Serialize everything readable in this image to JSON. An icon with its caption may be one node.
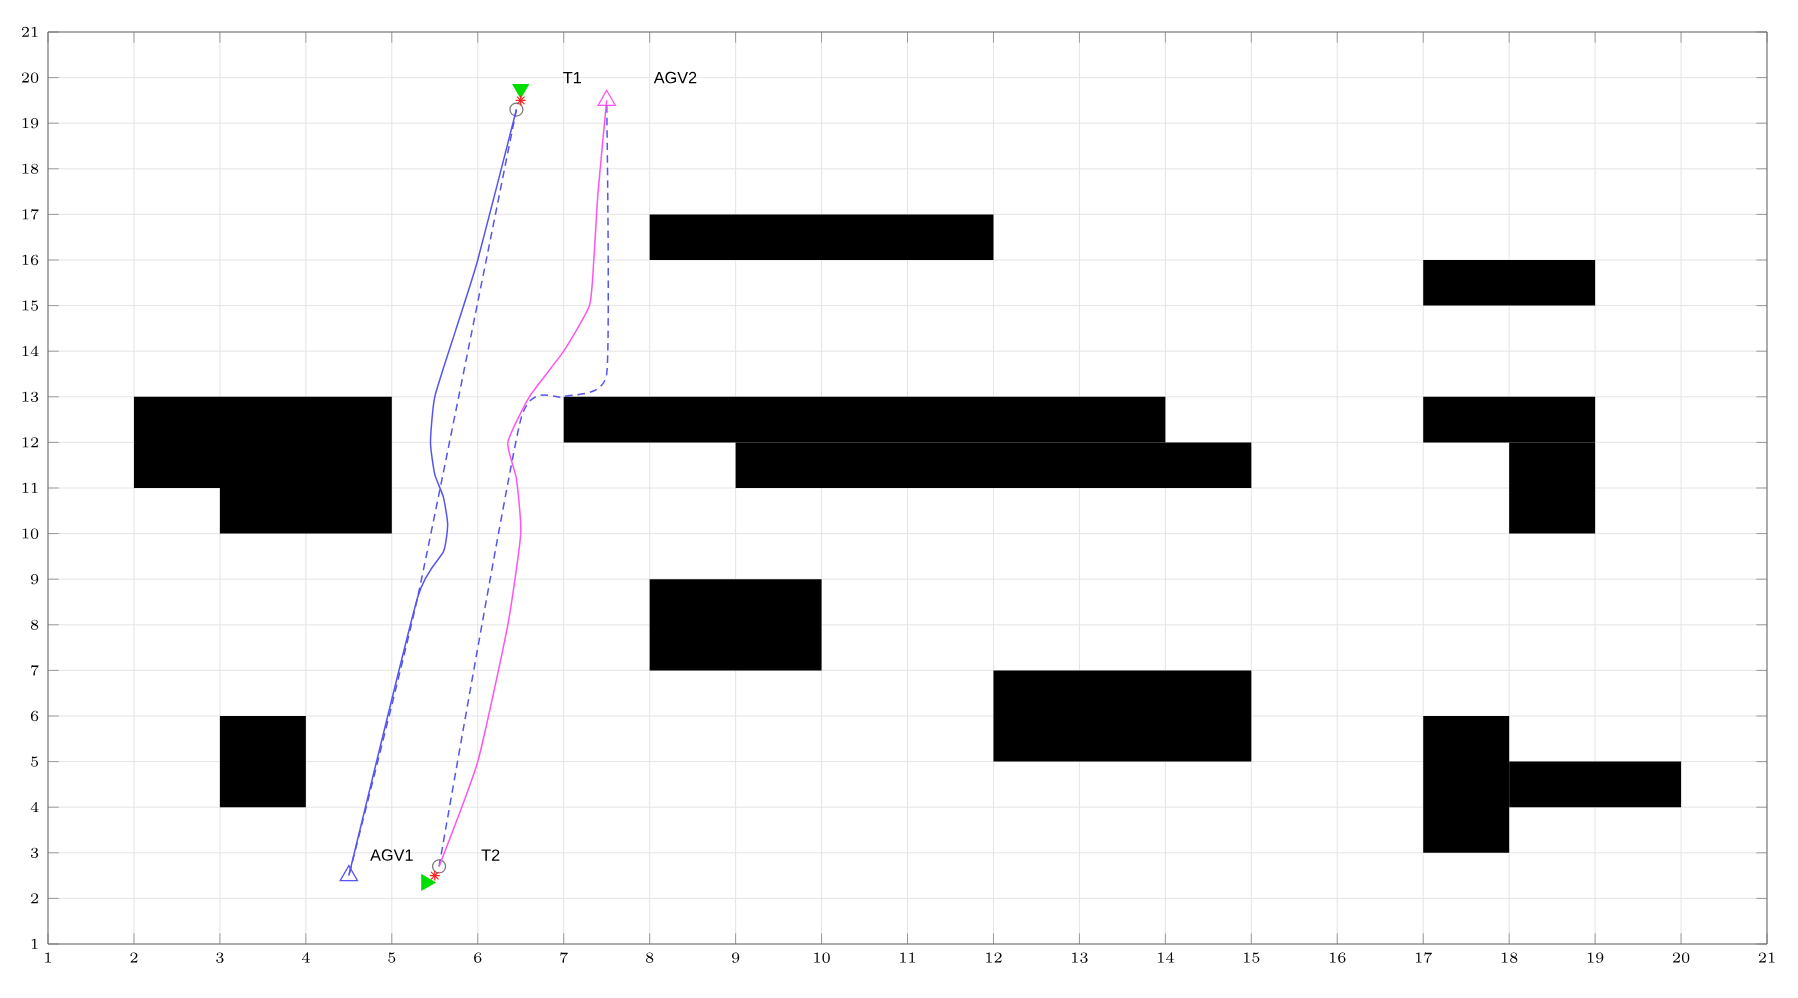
{
  "diagram": {
    "chart_data": {
      "type": "line",
      "xlim": [
        1,
        21
      ],
      "ylim": [
        1,
        21
      ],
      "grid": true,
      "xticks": [
        1,
        2,
        3,
        4,
        5,
        6,
        7,
        8,
        9,
        10,
        11,
        12,
        13,
        14,
        15,
        16,
        17,
        18,
        19,
        20,
        21
      ],
      "yticks": [
        1,
        2,
        3,
        4,
        5,
        6,
        7,
        8,
        9,
        10,
        11,
        12,
        13,
        14,
        15,
        16,
        17,
        18,
        19,
        20,
        21
      ],
      "series": [
        {
          "color": "#5555ee",
          "x": [
            4.5,
            5.3,
            5.6,
            5.65,
            5.6,
            5.5,
            5.45,
            5.5,
            5.75,
            6.0,
            6.45
          ],
          "values": [
            2.5,
            8.6,
            9.6,
            10.2,
            10.8,
            11.3,
            12.0,
            13.0,
            14.5,
            16.0,
            19.3
          ]
        },
        {
          "color": "#5555ee",
          "line_style": "dashed",
          "x": [
            6.45,
            5.3,
            4.5
          ],
          "values": [
            19.3,
            8.6,
            2.5
          ]
        },
        {
          "color": "#5555ee",
          "line_style": "dashed",
          "x": [
            5.55,
            6.5,
            7.0,
            7.5,
            7.5
          ],
          "values": [
            2.7,
            12.5,
            13.0,
            13.5,
            19.5
          ]
        },
        {
          "color": "#ff55ee",
          "x": [
            5.55,
            6.0,
            6.35,
            6.5,
            6.45,
            6.35,
            6.6,
            7.0,
            7.3,
            7.35,
            7.4,
            7.5
          ],
          "values": [
            2.7,
            5.0,
            8.0,
            10.0,
            11.2,
            12.0,
            13.0,
            14.0,
            15.0,
            16.0,
            17.5,
            19.5
          ]
        }
      ],
      "annotations": [
        "T1",
        "AGV2",
        "AGV1",
        "T2"
      ]
    }
  }
}
